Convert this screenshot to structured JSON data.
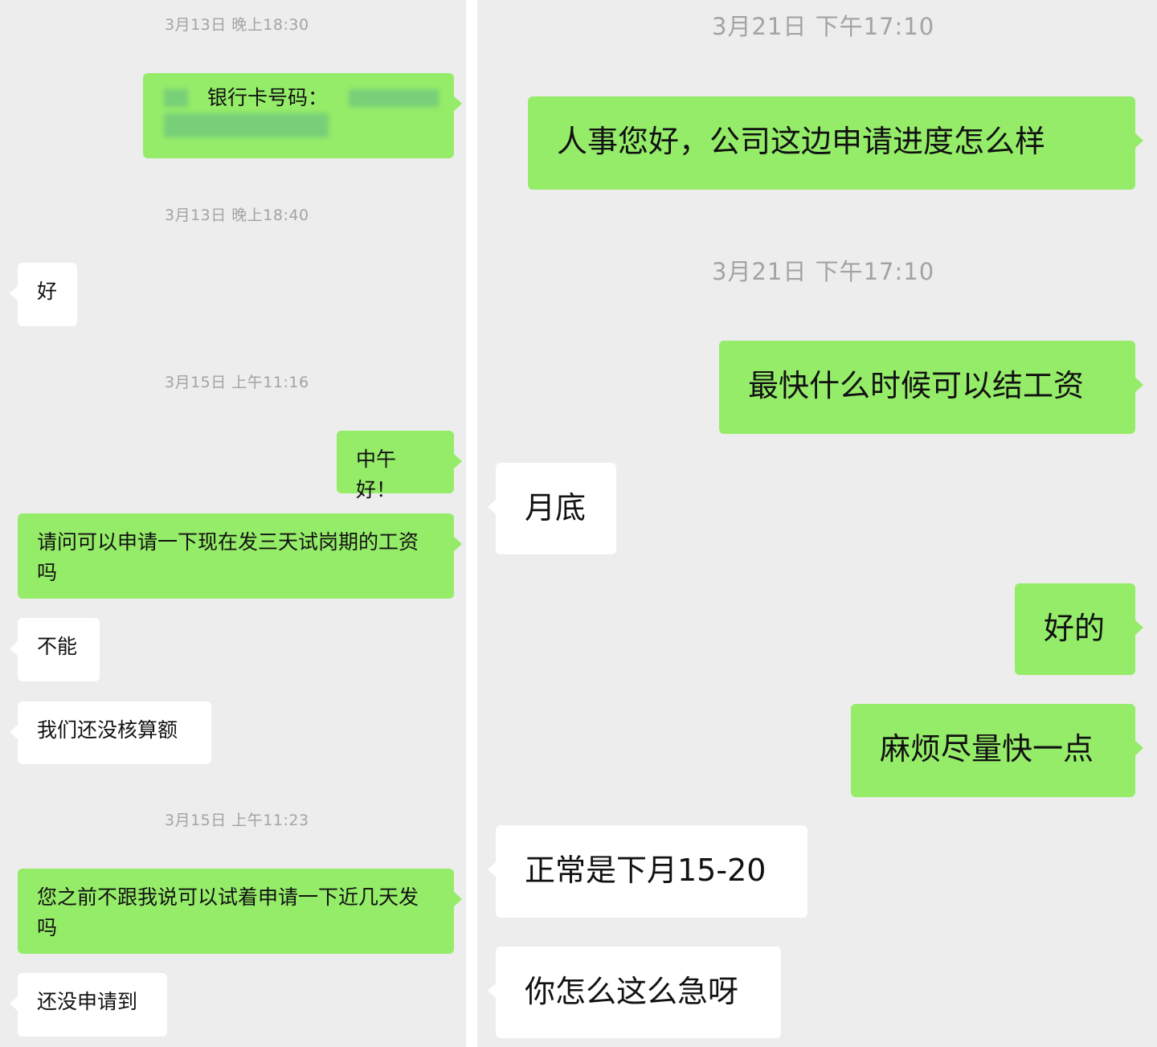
{
  "left": {
    "ts1": "3月13日  晚上18:30",
    "bank_card_label": "银行卡号码：",
    "ts2": "3月13日  晚上18:40",
    "msg_hao": "好",
    "ts3": "3月15日  上午11:16",
    "msg_noon": "中午好！",
    "msg_apply": "请问可以申请一下现在发三天试岗期的工资吗",
    "msg_cannot": "不能",
    "msg_not_calc": "我们还没核算额",
    "ts4": "3月15日  上午11:23",
    "msg_before": "您之前不跟我说可以试着申请一下近几天发吗",
    "msg_not_yet": "还没申请到"
  },
  "right": {
    "ts1": "3月21日  下午17:10",
    "msg_progress": "人事您好，公司这边申请进度怎么样",
    "ts2": "3月21日  下午17:10",
    "msg_fastest": "最快什么时候可以结工资",
    "msg_month_end": "月底",
    "msg_ok": "好的",
    "msg_hurry_please": "麻烦尽量快一点",
    "msg_normal": "正常是下月15-20",
    "msg_why_hurry": "你怎么这么急呀"
  }
}
